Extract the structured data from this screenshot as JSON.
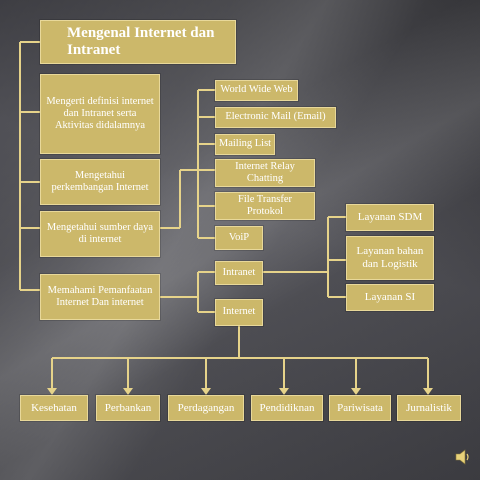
{
  "title": "Mengenal Internet dan Intranet",
  "objectives": [
    "Mengerti definisi internet dan Intranet serta Aktivitas didalamnya",
    "Mengetahui perkembangan Internet",
    "Mengetahui sumber daya di internet",
    "Memahami Pemanfaatan Internet Dan internet"
  ],
  "resources": [
    "World Wide Web",
    "Electronic Mail (Email)",
    "Mailing List",
    "Internet Relay Chatting",
    "File Transfer Protokol",
    "VoiP"
  ],
  "networks": {
    "intranet": "Intranet",
    "internet": "Internet"
  },
  "intranet_uses": [
    "Layanan SDM",
    "Layanan bahan dan Logistik",
    "Layanan SI"
  ],
  "sectors": [
    "Kesehatan",
    "Perbankan",
    "Perdagangan",
    "Pendidiknan",
    "Pariwisata",
    "Jurnalistik"
  ],
  "colors": {
    "box": "#ccb86a",
    "line": "#e6d38a",
    "text": "#ffffff"
  },
  "icons": {
    "audio": "speaker-icon"
  }
}
